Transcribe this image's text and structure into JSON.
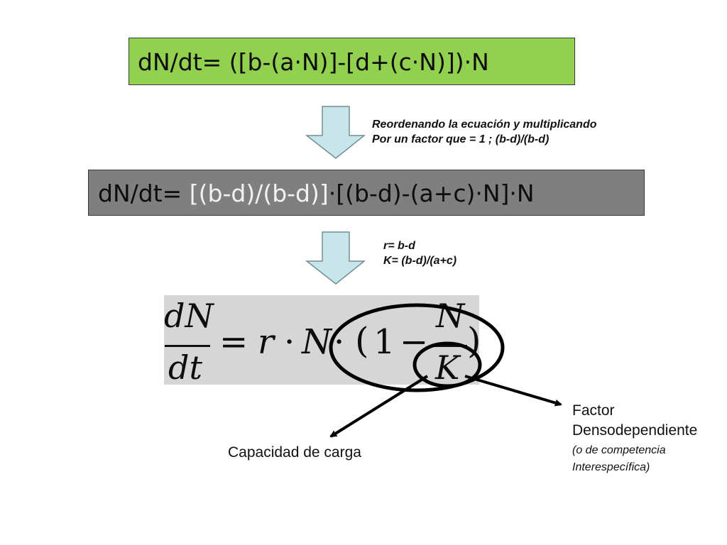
{
  "equations": {
    "top": "dN/dt= ([b-(a·N)]-[d+(c·N)])·N",
    "middle_prefix": "dN/dt= ",
    "middle_highlight": "[(b-d)/(b-d)]",
    "middle_suffix": "·[(b-d)-(a+c)·N]·N"
  },
  "notes": {
    "step1_line1": "Reordenando la ecuación y multiplicando",
    "step1_line2": "Por un factor que = 1 ; (b-d)/(b-d)",
    "step2_line1": "r= b-d",
    "step2_line2": "K= (b-d)/(a+c)"
  },
  "formula": {
    "numerator_left": "dN",
    "denominator_left": "dt",
    "equals": "=",
    "r": "r",
    "dot1": "·",
    "N": "N",
    "dot2": "·",
    "open_paren": "(",
    "one": "1",
    "minus": "−",
    "numerator_right": "N",
    "denominator_right": "K",
    "close_paren": ")"
  },
  "labels": {
    "capacidad": "Capacidad de carga",
    "factor_line1": "Factor",
    "factor_line2": "Densodependiente",
    "factor_note_line1": "(o de competencia",
    "factor_note_line2": "Interespecífica)"
  },
  "colors": {
    "box_top": "#92d050",
    "box_middle": "#7f7f7f",
    "highlight_text": "#f2f2f2",
    "arrow_fill": "#c8e6ea",
    "formula_panel": "#d6d6d6",
    "annotation_lines": "#000000"
  }
}
